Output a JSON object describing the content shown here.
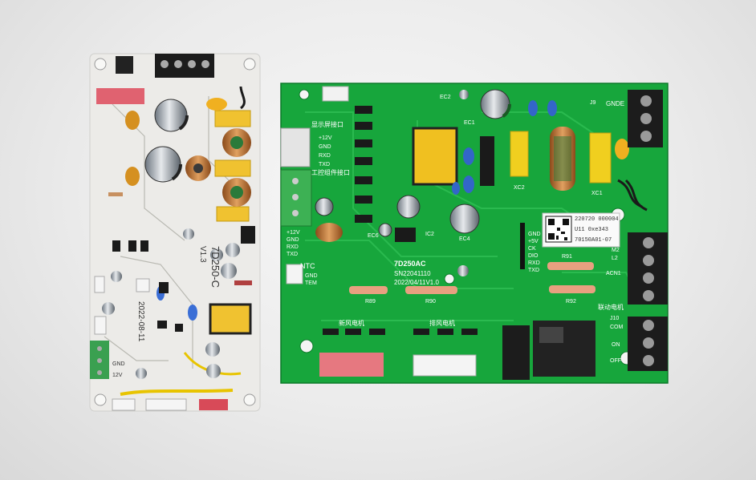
{
  "left_board": {
    "model": "7D250-C",
    "version": "V1.3",
    "date_code": "2022-08-11",
    "labels": {
      "plus12v": "12V",
      "gnd": "GND"
    }
  },
  "right_board": {
    "model": "7D250AC",
    "serial": "SN22041110",
    "version_date": "2022/04/11V1.0",
    "display_port": "显示屏接口",
    "control_port": "工控组件接口",
    "pins_left": [
      "+12V",
      "GND",
      "RXD",
      "TXD"
    ],
    "pins_j2": [
      "+12V",
      "GND",
      "RXD",
      "TXD"
    ],
    "pins_sl": [
      "GND",
      "+5V",
      "CK",
      "DIO",
      "RXD",
      "TXD"
    ],
    "ntc": [
      "NTC",
      "GND",
      "TEM"
    ],
    "fresh_air_motor": "新风电机",
    "exhaust_motor": "排风电机",
    "linked_motor": "联动电机",
    "gnde": "GNDE",
    "terminals_j10": [
      "J10",
      "COM",
      "ON",
      "OFF"
    ],
    "qr_sticker": [
      "220720 000004",
      "U11 0xe343",
      "70150A01-07"
    ],
    "refs": {
      "r89": "R89",
      "r90": "R90",
      "r91": "R91",
      "r92": "R92",
      "ec6": "EC6",
      "ec4": "EC4",
      "ec2": "EC2",
      "ec1": "EC1",
      "ic2": "IC2",
      "xc1": "XC1",
      "xc2": "XC2",
      "acn1": "ACN1",
      "m2": "M2",
      "l2": "L2",
      "j9": "J9"
    }
  }
}
